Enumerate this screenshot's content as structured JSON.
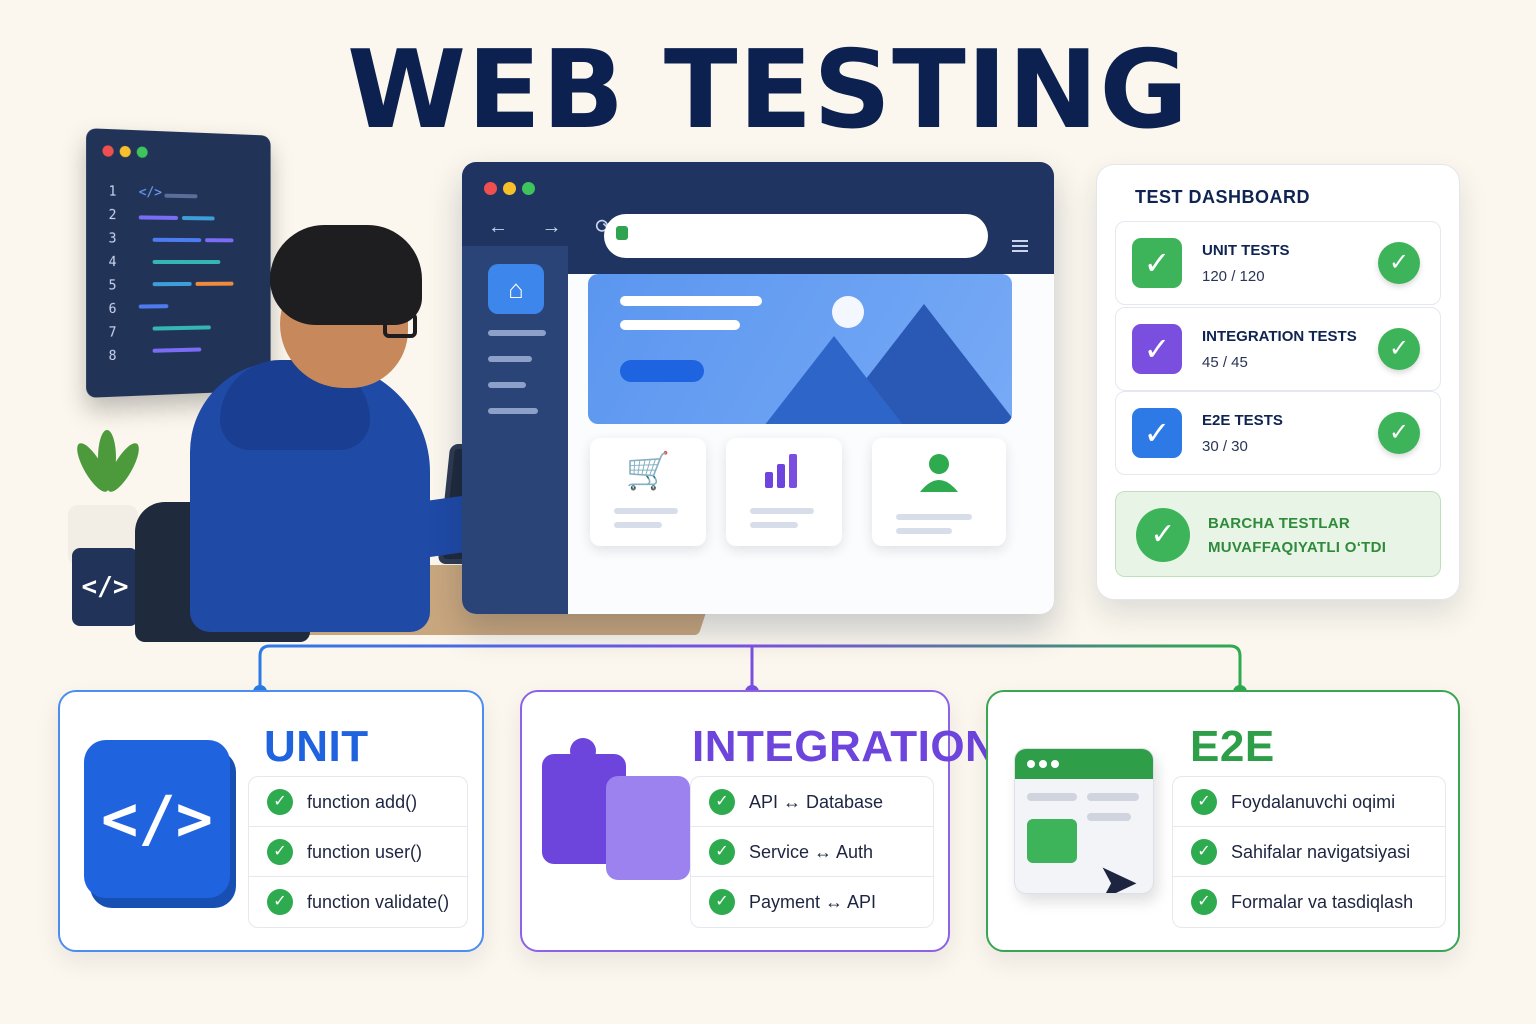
{
  "title": "WEB TESTING",
  "editor": {
    "line_numbers": [
      "1",
      "2",
      "3",
      "4",
      "5",
      "6",
      "7",
      "8"
    ],
    "tag": "</>"
  },
  "mug_icon": "</>",
  "browser": {
    "nav_icons": "← → ⟳",
    "home_icon": "home-icon",
    "cards": [
      "cart-icon",
      "bar-chart-icon",
      "user-icon"
    ]
  },
  "dashboard": {
    "title": "TEST DASHBOARD",
    "rows": [
      {
        "name": "UNIT TESTS",
        "value": "120 / 120",
        "color": "#3db45a"
      },
      {
        "name": "INTEGRATION TESTS",
        "value": "45 / 45",
        "color": "#7a4fe0"
      },
      {
        "name": "E2E TESTS",
        "value": "30 / 30",
        "color": "#2d7ae6"
      }
    ],
    "pass_line1": "BARCHA TESTLAR",
    "pass_line2": "MUVAFFAQIYATLI O‘TDI"
  },
  "unit": {
    "title": "UNIT",
    "icon": "</>",
    "accent": "#1f63df",
    "items": [
      "function add()",
      "function user()",
      "function validate()"
    ]
  },
  "integration": {
    "title": "INTEGRATION",
    "accent": "#7a4fe0",
    "items": [
      "API ↔ Database",
      "Service ↔ Auth",
      "Payment ↔ API"
    ]
  },
  "e2e": {
    "title": "E2E",
    "accent": "#2e9f48",
    "items": [
      "Foydalanuvchi oqimi",
      "Sahifalar navigatsiyasi",
      "Formalar va tasdiqlash"
    ]
  }
}
